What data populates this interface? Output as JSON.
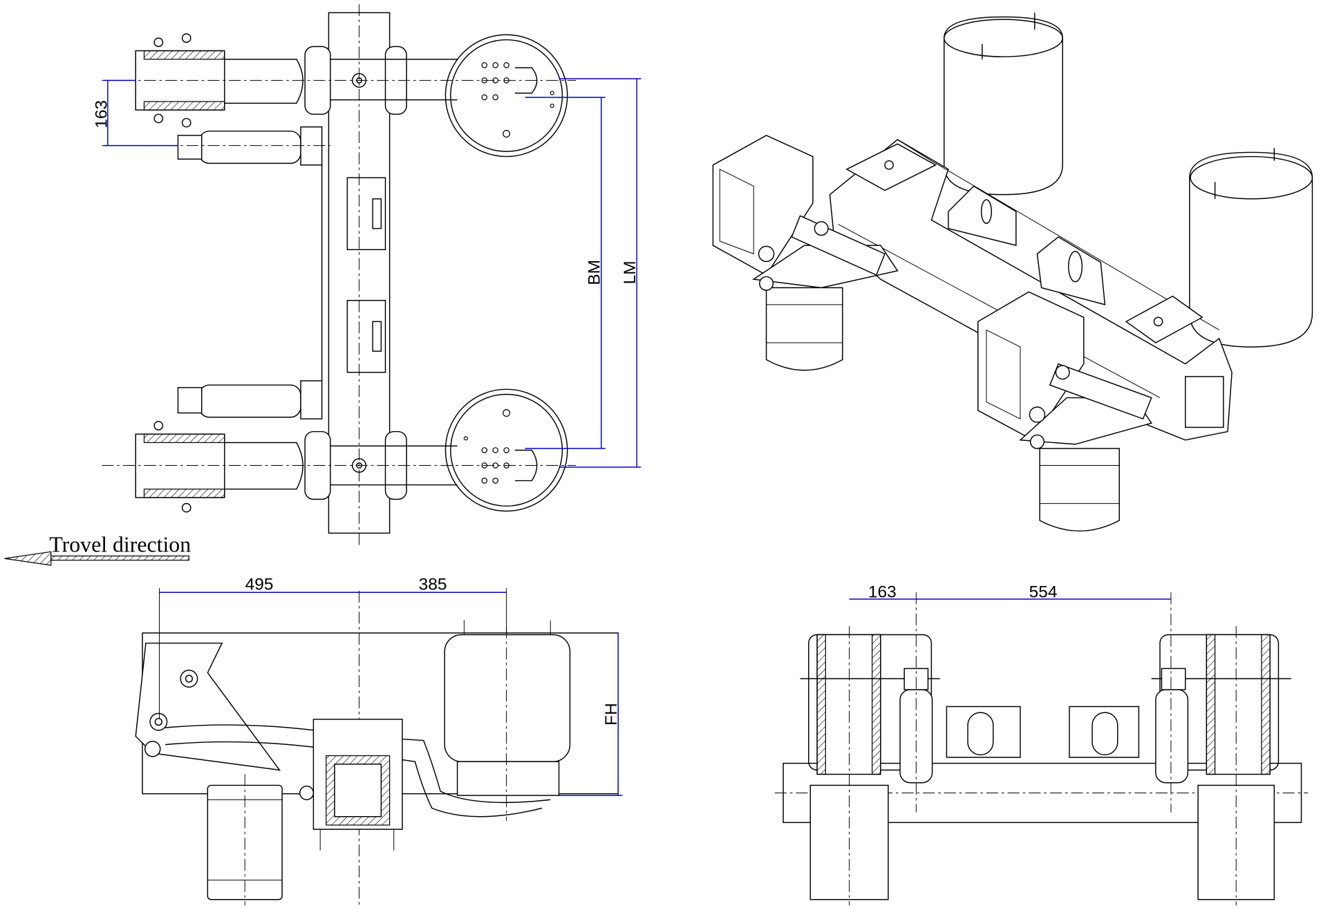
{
  "top_view": {
    "dim_arm_offset": "163",
    "dim_bm": "BM",
    "dim_lm": "LM"
  },
  "travel_direction": {
    "label": "Trovel direction",
    "arrow_icon": "arrow-left-icon"
  },
  "side_view": {
    "dim_left": "495",
    "dim_right": "385",
    "dim_fh": "FH"
  },
  "rear_view": {
    "dim_left": "163",
    "dim_right": "554"
  },
  "colors": {
    "line": "#000000",
    "dimension": "#0000cc"
  }
}
